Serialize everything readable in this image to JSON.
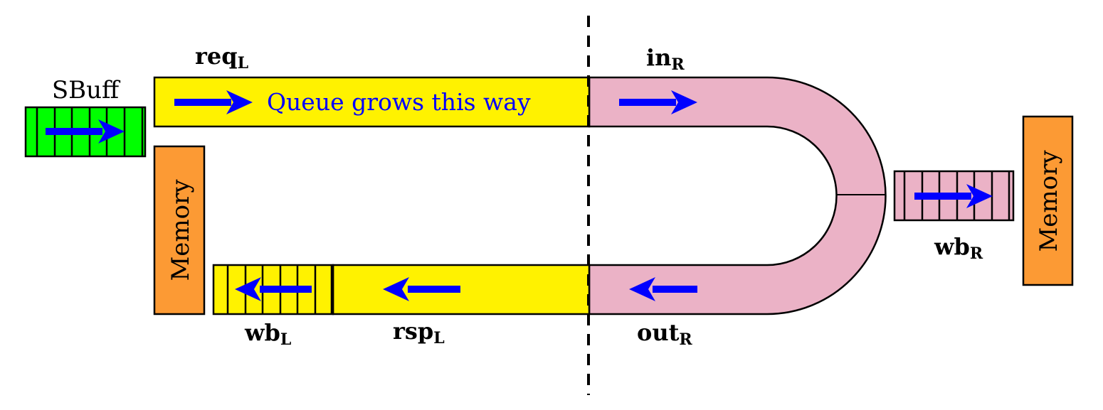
{
  "labels": {
    "sbuff": "SBuff",
    "req": {
      "main": "req",
      "sub": "L"
    },
    "in": {
      "main": "in",
      "sub": "R"
    },
    "out": {
      "main": "out",
      "sub": "R"
    },
    "rsp": {
      "main": "rsp",
      "sub": "L"
    },
    "wb_left": {
      "main": "wb",
      "sub": "L"
    },
    "wb_right": {
      "main": "wb",
      "sub": "R"
    },
    "memory_left": "Memory",
    "memory_right": "Memory",
    "queue_note": "Queue grows this way"
  },
  "colors": {
    "sbuff": "#00ff00",
    "local_queue": "#fff200",
    "remote_queue": "#ebb2c6",
    "memory": "#fc9a34",
    "arrow": "#0000ff"
  }
}
